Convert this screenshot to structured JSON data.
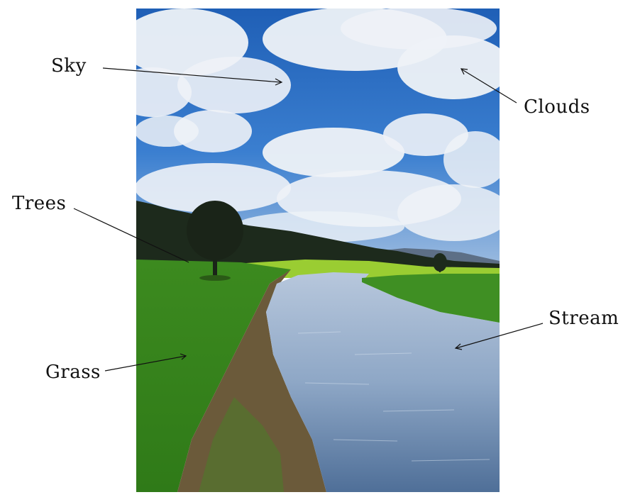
{
  "labels": {
    "sky": "Sky",
    "clouds": "Clouds",
    "trees": "Trees",
    "stream": "Stream",
    "grass": "Grass"
  },
  "colors": {
    "sky_blue": "#2f6fc2",
    "cloud_white": "#eef2f7",
    "grass_green": "#3f8f23",
    "bright_grass": "#9acd32",
    "water": "#8fa9c9",
    "tree_dark": "#1d2a1c",
    "mud_bank": "#6b5a3a"
  }
}
